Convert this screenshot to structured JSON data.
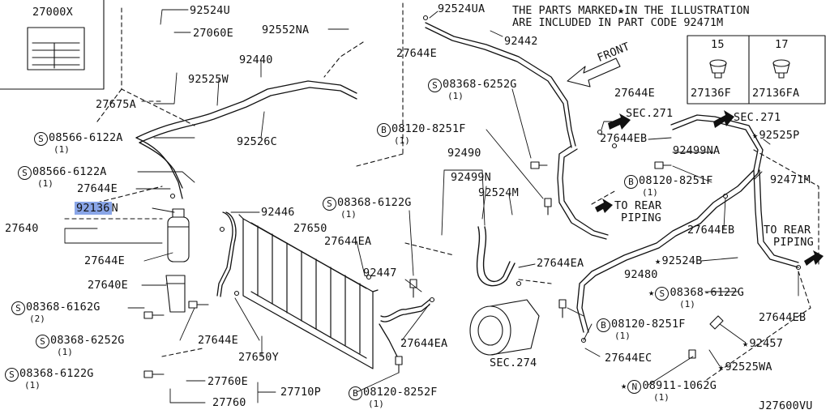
{
  "notice": {
    "line1": "THE PARTS MARKED★IN THE ILLUSTRATION",
    "line2": "ARE INCLUDED IN PART CODE  92471M"
  },
  "diagram_code": "J27600VU",
  "label_box": {
    "part": "27000X"
  },
  "inset": {
    "left": {
      "qty": "15",
      "part": "27136F"
    },
    "right": {
      "qty": "17",
      "part": "27136FA"
    }
  },
  "directions": {
    "front": "FRONT",
    "sec271_a": "SEC.271",
    "sec271_b": "SEC.271",
    "to_rear_1_a": "TO REAR",
    "to_rear_1_b": "PIPING",
    "to_rear_2_a": "TO REAR",
    "to_rear_2_b": "PIPING",
    "sec274": "SEC.274"
  },
  "labels": {
    "p92524U": "92524U",
    "p27060E": "27060E",
    "p92552NA": "92552NA",
    "p92440": "92440",
    "p92525W": "92525W",
    "p27675A": "27675A",
    "p92526C": "92526C",
    "s08566a": "08566-6122A",
    "s08566a_q": "(1)",
    "s08566b": "08566-6122A",
    "s08566b_q": "(1)",
    "p27644E_1": "27644E",
    "p92136N_num": "92136",
    "p92136N_suf": "N",
    "p27640": "27640",
    "p27644E_2": "27644E",
    "p92446": "92446",
    "p27640E": "27640E",
    "s08368_6162G": "08368-6162G",
    "s08368_6162G_q": "(2)",
    "s08368_6252G_a": "08368-6252G",
    "s08368_6252G_a_q": "(1)",
    "p27644E_3": "27644E",
    "p27650Y": "27650Y",
    "s08368_6122G_a": "08368-6122G",
    "s08368_6122G_a_q": "(1)",
    "p27760E": "27760E",
    "p27760": "27760",
    "p27710P": "27710P",
    "b08120_8252F": "08120-8252F",
    "b08120_8252F_q": "(1)",
    "p27650": "27650",
    "p27644EA_1": "27644EA",
    "s08368_6122G_b": "08368-6122G",
    "s08368_6122G_b_q": "(1)",
    "p92447": "92447",
    "p27644EA_2": "27644EA",
    "p92524UA": "92524UA",
    "p27644E_4": "27644E",
    "p92442": "92442",
    "s08368_6252G_b": "08368-6252G",
    "s08368_6252G_b_q": "(1)",
    "b08120_8251F_a": "08120-8251F",
    "b08120_8251F_a_q": "(1)",
    "p92490": "92490",
    "p92499N": "92499N",
    "p92524M": "92524M",
    "p27644EA_3": "27644EA",
    "p27644E_5": "27644E",
    "p27644EB_1": "27644EB",
    "p92499NA": "92499NA",
    "p92525P": "92525P",
    "b08120_8251F_b": "08120-8251F",
    "b08120_8251F_b_q": "(1)",
    "p92471M": "92471M",
    "p27644EB_2": "27644EB",
    "p92524B": "92524B",
    "p92480": "92480",
    "s08368_6122G_c": "08368-6122G",
    "s08368_6122G_c_q": "(1)",
    "b08120_8251F_c": "08120-8251F",
    "b08120_8251F_c_q": "(1)",
    "p27644EB_3": "27644EB",
    "p92457": "92457",
    "p92525WA": "92525WA",
    "p27644EC": "27644EC",
    "n08911": "08911-1062G",
    "n08911_q": "(1)"
  },
  "glyphs": {
    "s": "S",
    "b": "B",
    "n": "N",
    "star": "★"
  }
}
